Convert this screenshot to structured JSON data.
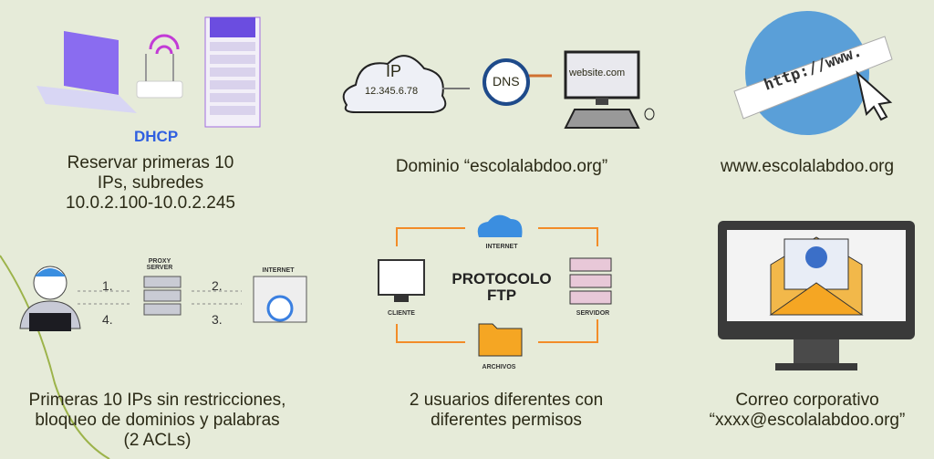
{
  "dhcp": {
    "label": "DHCP",
    "caption": [
      "Reservar primeras 10",
      "IPs, subredes",
      "10.0.2.100-10.0.2.245"
    ]
  },
  "dns": {
    "ip_label": "IP",
    "ip_value": "12.345.6.78",
    "dns_label": "DNS",
    "website": "website.com",
    "caption": "Dominio “escolalabdoo.org”"
  },
  "web": {
    "url_text": "http://www.",
    "caption": "www.escolalabdoo.org"
  },
  "proxy": {
    "server_label": [
      "PROXY",
      "SERVER"
    ],
    "internet_label": "INTERNET",
    "steps": [
      "1.",
      "2.",
      "3.",
      "4."
    ],
    "caption": [
      "Primeras 10 IPs sin restricciones,",
      "bloqueo de dominios y palabras",
      "(2 ACLs)"
    ]
  },
  "ftp": {
    "title": [
      "PROTOCOLO",
      "FTP"
    ],
    "internet": "INTERNET",
    "client": "CLIENTE",
    "server": "SERVIDOR",
    "files": "ARCHIVOS",
    "caption": [
      "2 usuarios diferentes con",
      "diferentes permisos"
    ]
  },
  "mail": {
    "caption": [
      "Correo corporativo",
      "“xxxx@escolalabdoo.org”"
    ]
  },
  "colors": {
    "background": "#e6ebd9",
    "text": "#2b2a16",
    "accent_blue": "#2f5fe0",
    "orange": "#f28c28"
  }
}
